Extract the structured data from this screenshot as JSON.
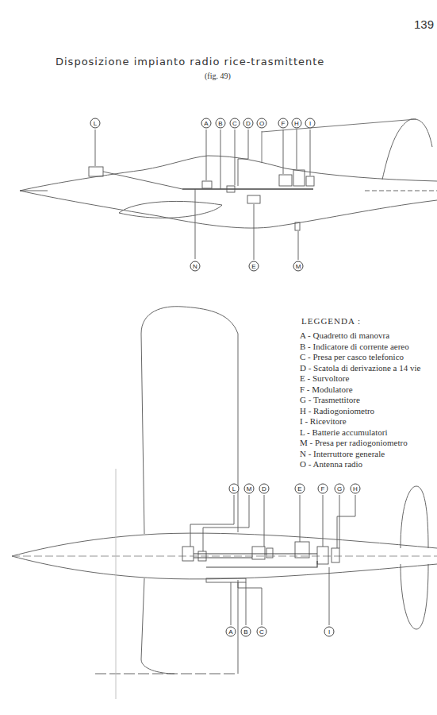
{
  "diagram": {
    "title": "Disposizione impianto radio rice-trasmittente",
    "labels": [
      "139",
      "(fig. 49)",
      "L",
      "A",
      "B",
      "C",
      "D",
      "O",
      "F",
      "H",
      "I",
      "N",
      "E",
      "M",
      "L",
      "M",
      "D",
      "E",
      "F",
      "G",
      "H",
      "A",
      "B",
      "C",
      "I",
      "LEGGENDA :"
    ],
    "legend": [
      {
        "text": "A - Quadretto di manovra"
      },
      {
        "text": "B - Indicatore di corrente aereo"
      },
      {
        "text": "C - Presa per casco telefonico"
      },
      {
        "text": "D - Scatola di derivazione a 14 vie"
      },
      {
        "text": "E - Survoltore"
      },
      {
        "text": "F - Modulatore"
      },
      {
        "text": "G - Trasmettitore"
      },
      {
        "text": "H - Radiogoniometro"
      },
      {
        "text": "I - Ricevitore"
      },
      {
        "text": "L - Batterie accumulatori"
      },
      {
        "text": "M - Presa per radiogoniometro"
      },
      {
        "text": "N - Interruttore generale"
      },
      {
        "text": "O - Antenna radio"
      }
    ]
  }
}
